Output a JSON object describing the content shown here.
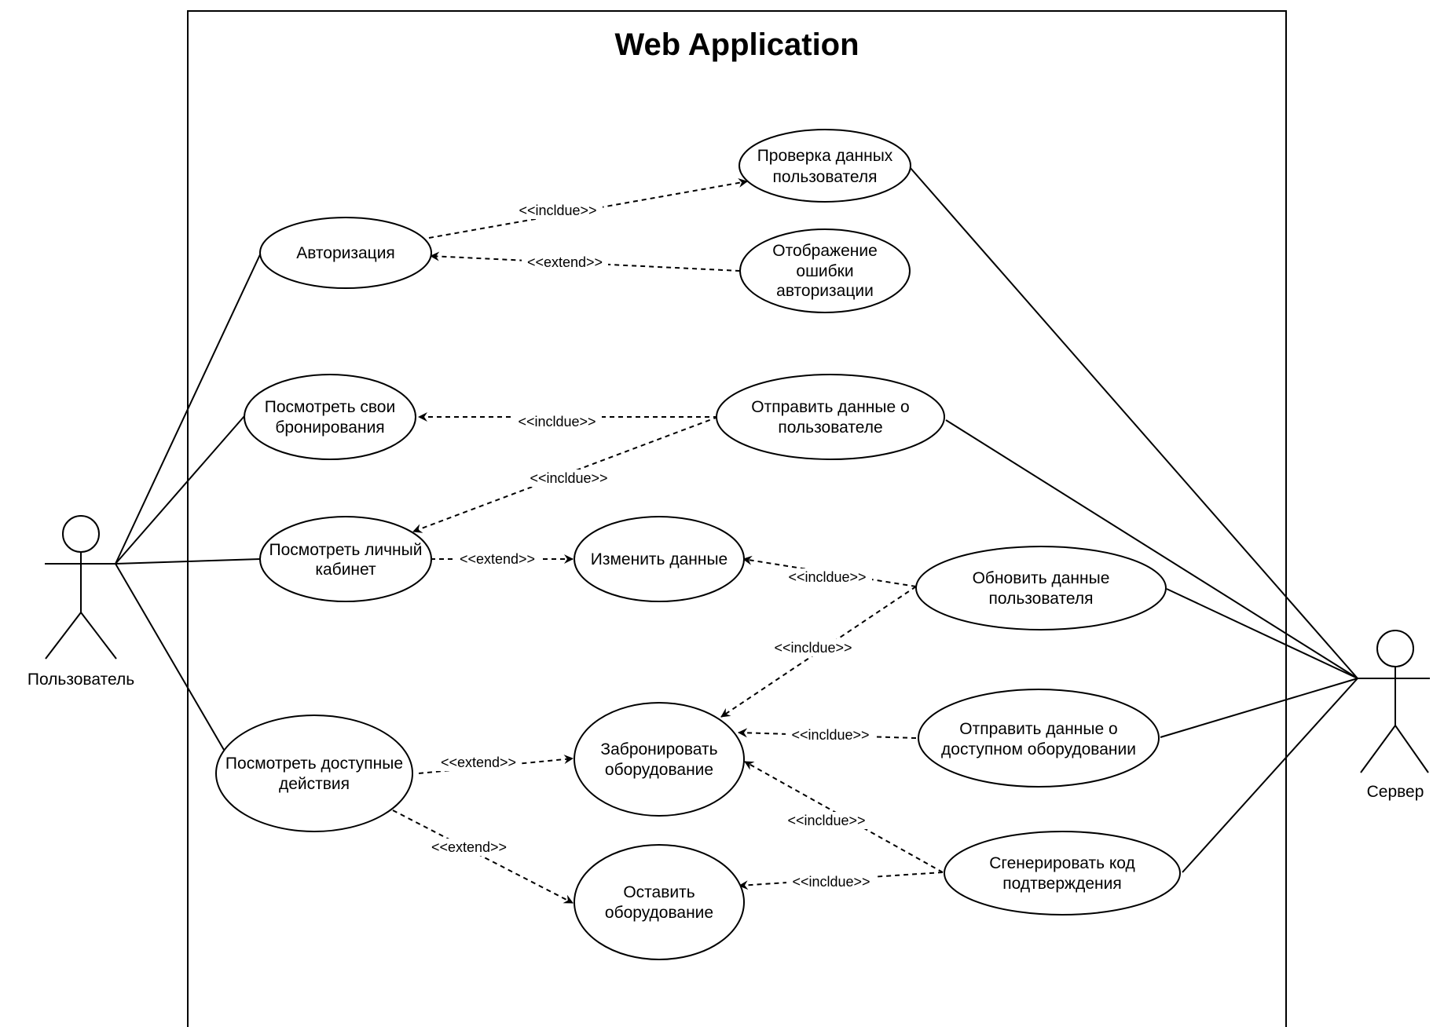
{
  "system": {
    "title": "Web Application"
  },
  "actors": {
    "user": "Пользователь",
    "server": "Сервер"
  },
  "use_cases": {
    "auth": [
      "Авторизация"
    ],
    "verify": [
      "Проверка данных",
      "пользователя"
    ],
    "auth_error": [
      "Отображение",
      "ошибки",
      "авторизации"
    ],
    "bookings": [
      "Посмотреть  свои",
      "бронирования"
    ],
    "send_user": [
      "Отправить данные о",
      "пользователе"
    ],
    "cabinet": [
      "Посмотреть личный",
      "кабинет"
    ],
    "edit": [
      "Изменить данные"
    ],
    "update_user": [
      "Обновить данные",
      "пользователя"
    ],
    "actions": [
      "Посмотреть доступные",
      "действия"
    ],
    "book": [
      "Забронировать",
      "оборудование"
    ],
    "send_equip": [
      "Отправить данные о",
      "доступном оборудовании"
    ],
    "leave": [
      "Оставить",
      "оборудование"
    ],
    "gen_code": [
      "Сгенерировать код",
      "подтверждения"
    ]
  },
  "relations": [
    {
      "from": "auth",
      "to": "verify",
      "label": "<<incldue>>"
    },
    {
      "from": "auth_error",
      "to": "auth",
      "label": "<<extend>>"
    },
    {
      "from": "send_user",
      "to": "bookings",
      "label": "<<incldue>>"
    },
    {
      "from": "send_user",
      "to": "cabinet",
      "label": "<<incldue>>"
    },
    {
      "from": "cabinet",
      "to": "edit",
      "label": "<<extend>>"
    },
    {
      "from": "update_user",
      "to": "edit",
      "label": "<<incldue>>"
    },
    {
      "from": "update_user",
      "to": "book",
      "label": "<<incldue>>"
    },
    {
      "from": "send_equip",
      "to": "book",
      "label": "<<incldue>>"
    },
    {
      "from": "actions",
      "to": "book",
      "label": "<<extend>>"
    },
    {
      "from": "actions",
      "to": "leave",
      "label": "<<extend>>"
    },
    {
      "from": "gen_code",
      "to": "book",
      "label": "<<incldue>>"
    },
    {
      "from": "gen_code",
      "to": "leave",
      "label": "<<incldue>>"
    }
  ]
}
